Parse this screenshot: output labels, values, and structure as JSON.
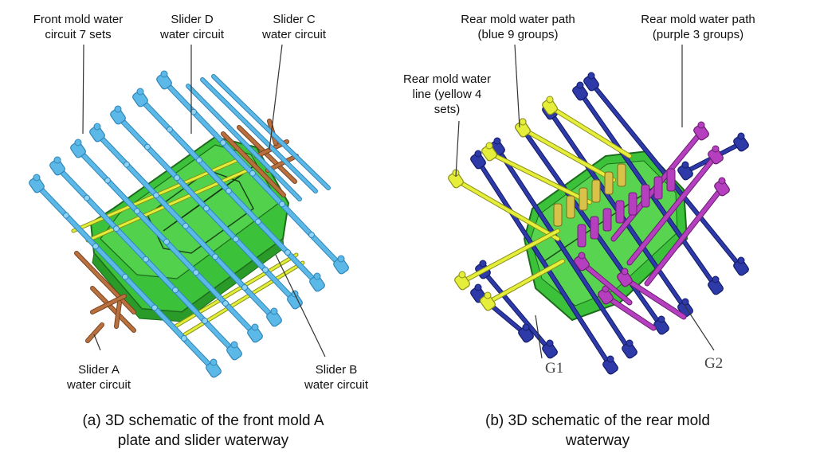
{
  "left_panel": {
    "labels": {
      "front_mold": [
        "Front mold water",
        "circuit 7 sets"
      ],
      "slider_d": [
        "Slider D",
        "water circuit"
      ],
      "slider_c": [
        "Slider C",
        "water circuit"
      ],
      "slider_a": [
        "Slider A",
        "water circuit"
      ],
      "slider_b": [
        "Slider B",
        "water circuit"
      ]
    },
    "caption": [
      "(a) 3D schematic of the front mold A",
      "plate and slider waterway"
    ]
  },
  "right_panel": {
    "labels": {
      "blue": [
        "Rear mold water path",
        "(blue 9 groups)"
      ],
      "purple": [
        "Rear mold water path",
        "(purple 3 groups)"
      ],
      "yellow": [
        "Rear mold water",
        "line (yellow 4",
        "sets)"
      ],
      "g1": "G1",
      "g2": "G2"
    },
    "caption": [
      "(b) 3D schematic of the rear mold",
      "waterway"
    ]
  },
  "colors": {
    "mold_green": "#3cc23a",
    "mold_dark": "#1d6b1c",
    "front_water": "#5cb8e6",
    "front_water_dark": "#2f86b8",
    "slider_brown": "#b9703f",
    "yellow_line": "#e2ef3a",
    "rear_blue": "#2d3aa8",
    "rear_purple": "#b53fbf",
    "rear_yellow": "#e6ee3c"
  }
}
